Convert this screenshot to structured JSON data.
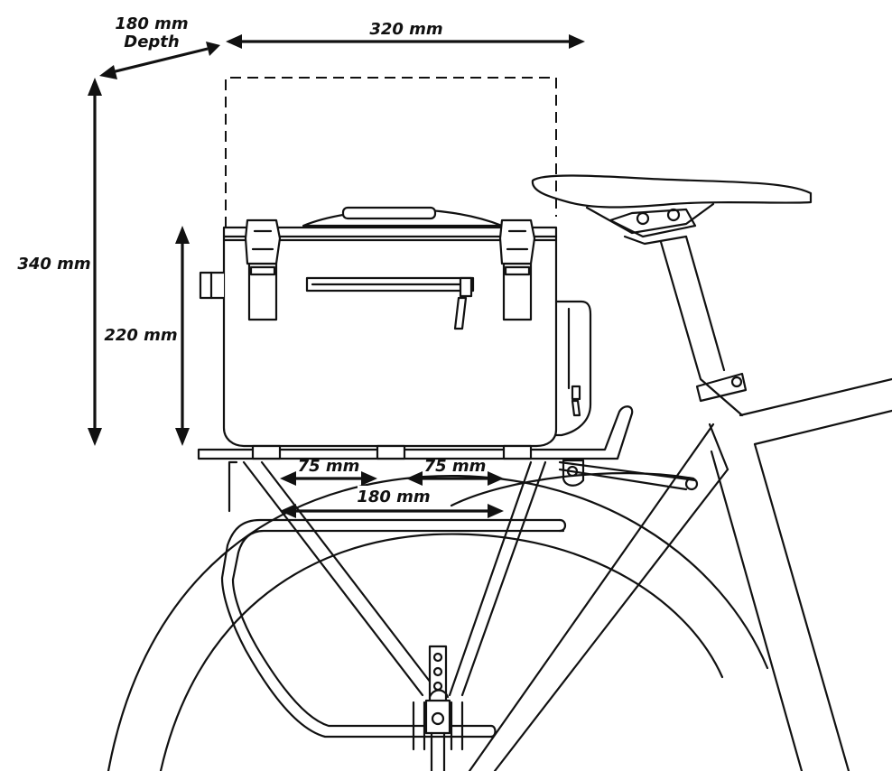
{
  "dimensions": {
    "depth_value": "180 mm",
    "depth_label": "Depth",
    "width": "320 mm",
    "total_height": "340 mm",
    "bag_height": "220 mm",
    "left_mount_spacing": "75 mm",
    "right_mount_spacing": "75 mm",
    "mount_span": "180 mm"
  },
  "colors": {
    "line": "#111111",
    "background": "#ffffff"
  }
}
